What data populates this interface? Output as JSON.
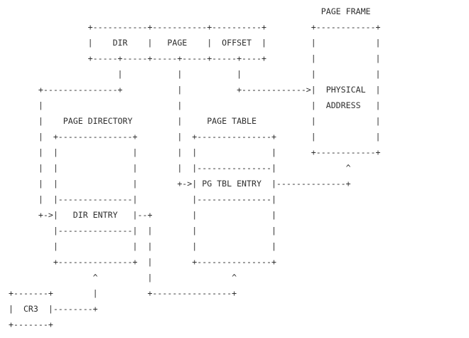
{
  "diagram": {
    "lines": [
      "                                                               PAGE FRAME",
      "                +-----------+-----------+----------+         +------------+",
      "                |    DIR    |   PAGE    |  OFFSET  |         |            |",
      "                +-----+-----+-----+-----+-----+----+         |            |",
      "                      |           |           |              |            |",
      "      +---------------+           |           +------------->|  PHYSICAL  |",
      "      |                           |                          |  ADDRESS   |",
      "      |    PAGE DIRECTORY         |     PAGE TABLE           |            |",
      "      |  +---------------+        |  +---------------+       |            |",
      "      |  |               |        |  |               |       +------------+",
      "      |  |               |        |  |---------------|              ^",
      "      |  |               |        +->| PG TBL ENTRY  |--------------+",
      "      |  |---------------|           |---------------|",
      "      +->|   DIR ENTRY   |--+        |               |",
      "         |---------------|  |        |               |",
      "         |               |  |        |               |",
      "         +---------------+  |        +---------------+",
      "                 ^          |                ^",
      "+-------+        |          +----------------+",
      "|  CR3  |--------+",
      "+-------+"
    ]
  }
}
